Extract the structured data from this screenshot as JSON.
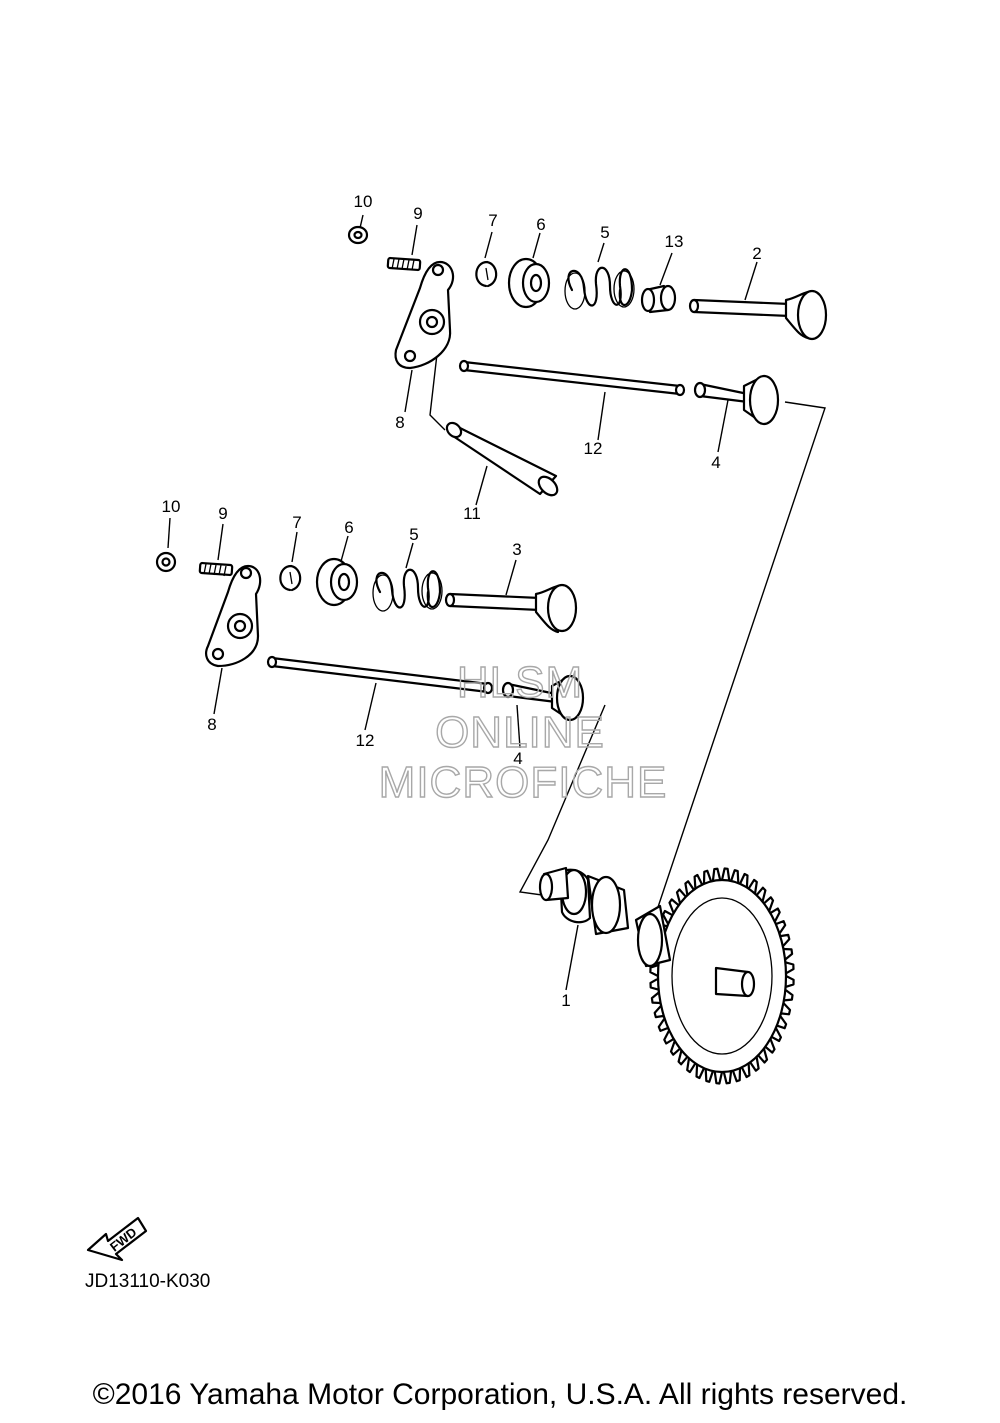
{
  "diagram": {
    "callouts": [
      {
        "id": "c1",
        "label": "1"
      },
      {
        "id": "c2",
        "label": "2"
      },
      {
        "id": "c3",
        "label": "3"
      },
      {
        "id": "c4a",
        "label": "4"
      },
      {
        "id": "c4b",
        "label": "4"
      },
      {
        "id": "c5a",
        "label": "5"
      },
      {
        "id": "c5b",
        "label": "5"
      },
      {
        "id": "c6a",
        "label": "6"
      },
      {
        "id": "c6b",
        "label": "6"
      },
      {
        "id": "c7a",
        "label": "7"
      },
      {
        "id": "c7b",
        "label": "7"
      },
      {
        "id": "c8a",
        "label": "8"
      },
      {
        "id": "c8b",
        "label": "8"
      },
      {
        "id": "c9a",
        "label": "9"
      },
      {
        "id": "c9b",
        "label": "9"
      },
      {
        "id": "c10a",
        "label": "10"
      },
      {
        "id": "c10b",
        "label": "10"
      },
      {
        "id": "c11",
        "label": "11"
      },
      {
        "id": "c12a",
        "label": "12"
      },
      {
        "id": "c12b",
        "label": "12"
      },
      {
        "id": "c13",
        "label": "13"
      }
    ],
    "watermark": [
      "HLSM",
      "ONLINE",
      "MICROFICHE"
    ],
    "fwd_label": "FWD",
    "doc_code": "JD13110-K030"
  },
  "footer": {
    "copyright": "©2016 Yamaha Motor Corporation, U.S.A. All rights reserved."
  }
}
